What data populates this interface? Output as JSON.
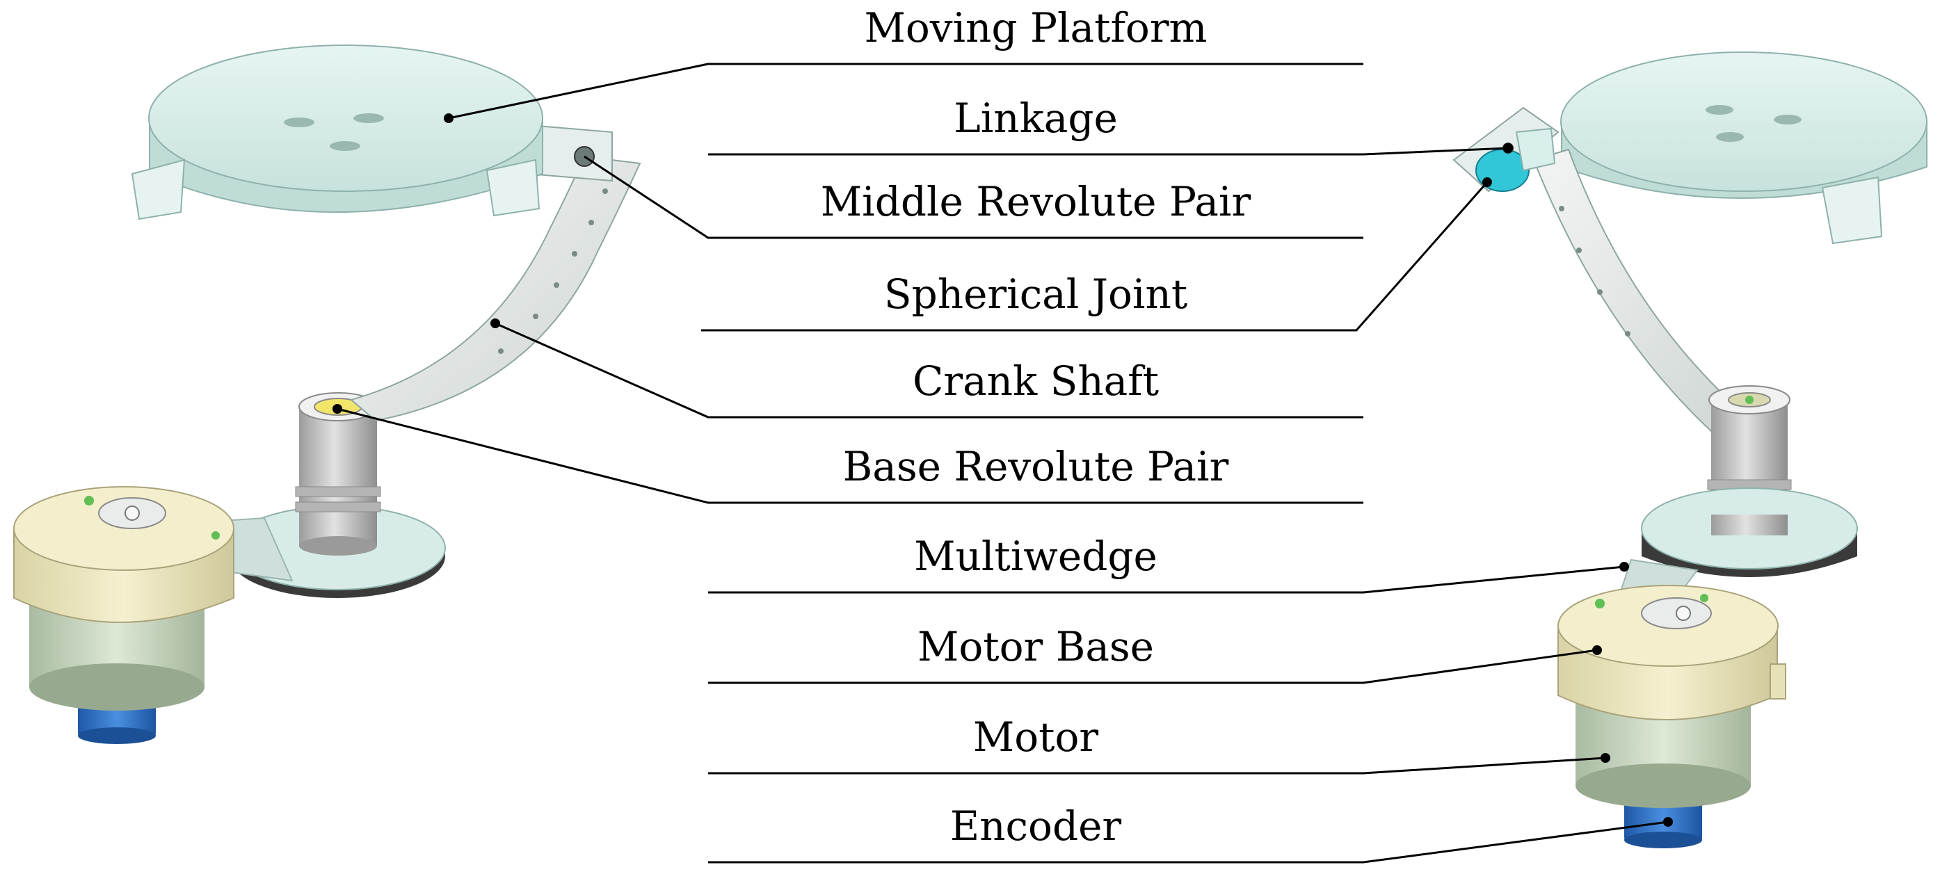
{
  "diagram": {
    "labels": [
      {
        "id": "moving-platform",
        "text": "Moving Platform"
      },
      {
        "id": "linkage",
        "text": "Linkage"
      },
      {
        "id": "middle-revolute-pair",
        "text": "Middle Revolute Pair"
      },
      {
        "id": "spherical-joint",
        "text": "Spherical Joint"
      },
      {
        "id": "crank-shaft",
        "text": "Crank Shaft"
      },
      {
        "id": "base-revolute-pair",
        "text": "Base Revolute Pair"
      },
      {
        "id": "multiwedge",
        "text": "Multiwedge"
      },
      {
        "id": "motor-base",
        "text": "Motor Base"
      },
      {
        "id": "motor",
        "text": "Motor"
      },
      {
        "id": "encoder",
        "text": "Encoder"
      }
    ],
    "colors": {
      "platform": "#dcefec",
      "platform_edge": "#b9d6d1",
      "motor_base": "#efe9bf",
      "motor_body": "#cddbc4",
      "encoder": "#2f74c8",
      "spherical_joint": "#31c7d9",
      "metal": "#bfbfbf",
      "leader": "#000000"
    }
  }
}
